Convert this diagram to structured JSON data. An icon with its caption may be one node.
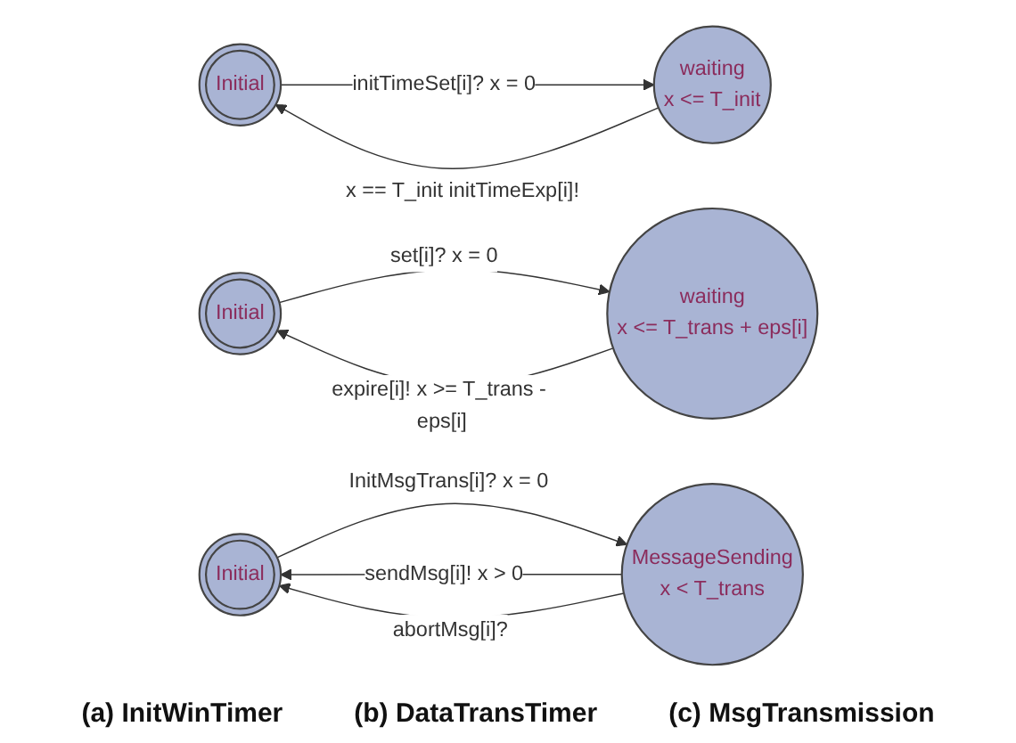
{
  "diagram": {
    "nodes": [
      {
        "text": [
          "Initial"
        ]
      },
      {
        "text": [
          "waiting",
          "x <= T_init"
        ]
      },
      {
        "text": [
          "Initial"
        ]
      },
      {
        "text": [
          "waiting",
          "x <= T_trans + eps[i]"
        ]
      },
      {
        "text": [
          "Initial"
        ]
      },
      {
        "text": [
          "MessageSending",
          "x < T_trans"
        ]
      }
    ],
    "edges": [
      {
        "from": 0,
        "to": 1,
        "arrow": "to",
        "label": "initTimeSet[i]? x = 0"
      },
      {
        "from": 1,
        "to": 0,
        "arrow": "to",
        "label": "x == T_init initTimeExp[i]!"
      },
      {
        "from": 2,
        "to": 3,
        "arrow": "to",
        "label": "set[i]? x = 0"
      },
      {
        "from": 3,
        "to": 2,
        "arrow": "to",
        "label": "expire[i]! x >= T_trans - eps[i]"
      },
      {
        "from": 4,
        "to": 5,
        "arrow": "to",
        "label": "InitMsgTrans[i]? x = 0"
      },
      {
        "from": 5,
        "to": 4,
        "arrow": "to",
        "label": "sendMsg[i]! x > 0"
      },
      {
        "from": 5,
        "to": 4,
        "arrow": "to",
        "label": "abortMsg[i]?"
      }
    ],
    "labels": [
      "(a) InitWinTimer",
      "(b) DataTransTimer",
      "(c) MsgTransmission"
    ]
  }
}
